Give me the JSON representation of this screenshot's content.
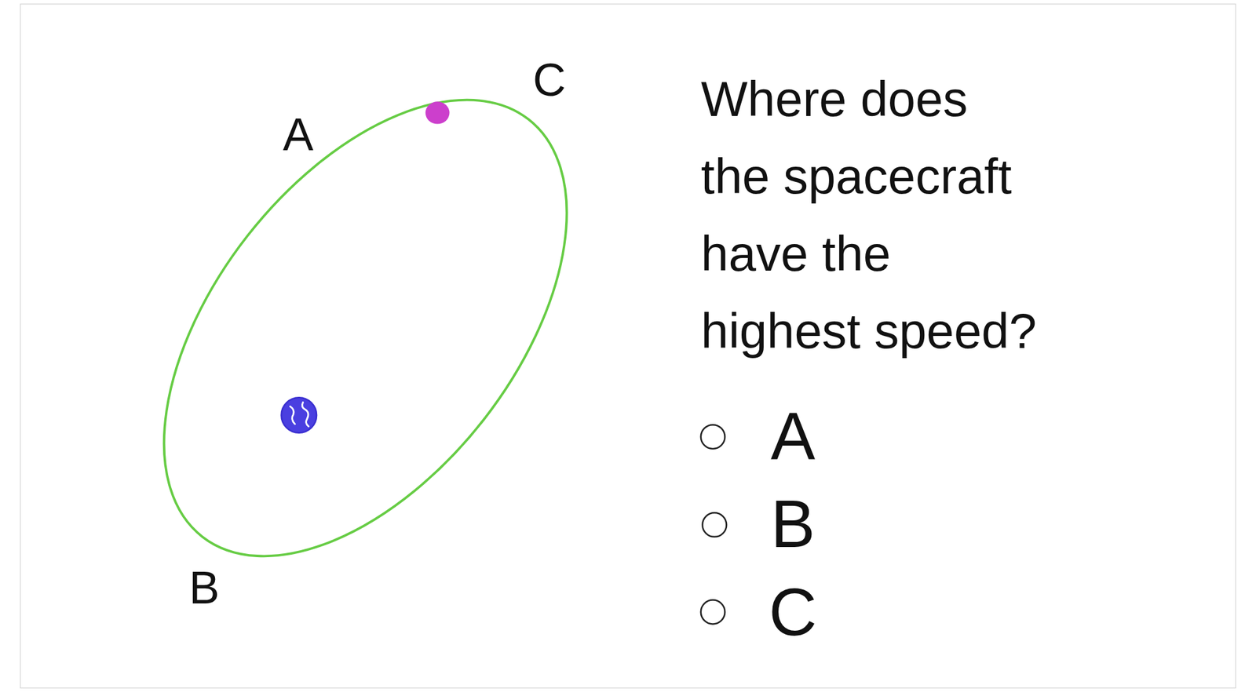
{
  "diagram": {
    "labels": [
      "A",
      "C",
      "B",
      "Where does the spacecraft have the highest speed?",
      "A",
      "B",
      "C"
    ]
  }
}
